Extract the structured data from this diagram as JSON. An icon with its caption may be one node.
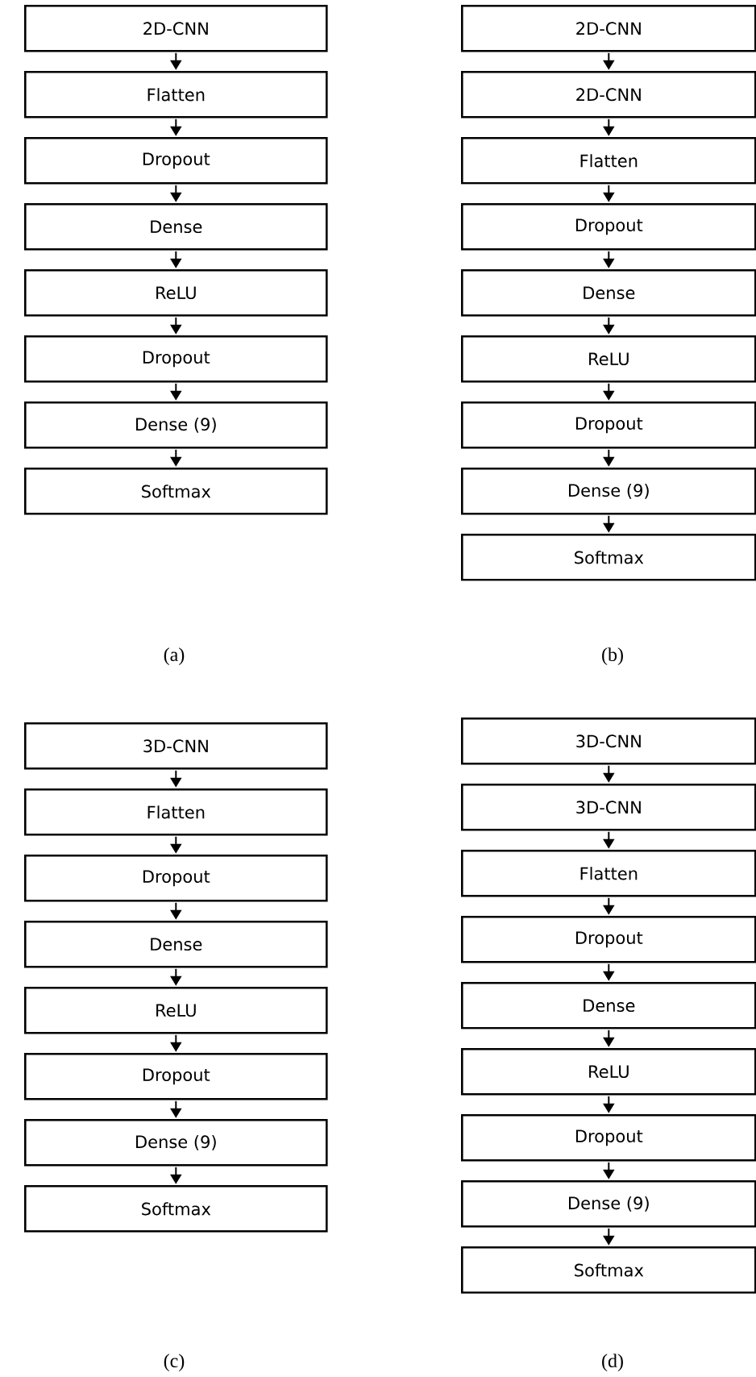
{
  "diagram": {
    "nodes": [
      {
        "text": [
          "2D-CNN"
        ]
      },
      {
        "text": [
          "Flatten"
        ]
      },
      {
        "text": [
          "Dropout"
        ]
      },
      {
        "text": [
          "Dense"
        ]
      },
      {
        "text": [
          "ReLU"
        ]
      },
      {
        "text": [
          "Dropout"
        ]
      },
      {
        "text": [
          "Dense (9)"
        ]
      },
      {
        "text": [
          "Softmax"
        ]
      },
      {
        "text": [
          "2D-CNN"
        ]
      },
      {
        "text": [
          "2D-CNN"
        ]
      },
      {
        "text": [
          "Flatten"
        ]
      },
      {
        "text": [
          "Dropout"
        ]
      },
      {
        "text": [
          "Dense"
        ]
      },
      {
        "text": [
          "ReLU"
        ]
      },
      {
        "text": [
          "Dropout"
        ]
      },
      {
        "text": [
          "Dense (9)"
        ]
      },
      {
        "text": [
          "Softmax"
        ]
      },
      {
        "text": [
          "3D-CNN"
        ]
      },
      {
        "text": [
          "Flatten"
        ]
      },
      {
        "text": [
          "Dropout"
        ]
      },
      {
        "text": [
          "Dense"
        ]
      },
      {
        "text": [
          "ReLU"
        ]
      },
      {
        "text": [
          "Dropout"
        ]
      },
      {
        "text": [
          "Dense (9)"
        ]
      },
      {
        "text": [
          "Softmax"
        ]
      },
      {
        "text": [
          "3D-CNN"
        ]
      },
      {
        "text": [
          "3D-CNN"
        ]
      },
      {
        "text": [
          "Flatten"
        ]
      },
      {
        "text": [
          "Dropout"
        ]
      },
      {
        "text": [
          "Dense"
        ]
      },
      {
        "text": [
          "ReLU"
        ]
      },
      {
        "text": [
          "Dropout"
        ]
      },
      {
        "text": [
          "Dense (9)"
        ]
      },
      {
        "text": [
          "Softmax"
        ]
      }
    ],
    "edges": [
      {
        "from": 0,
        "to": 1,
        "arrow": "to"
      },
      {
        "from": 1,
        "to": 2,
        "arrow": "to"
      },
      {
        "from": 2,
        "to": 3,
        "arrow": "to"
      },
      {
        "from": 3,
        "to": 4,
        "arrow": "to"
      },
      {
        "from": 4,
        "to": 5,
        "arrow": "to"
      },
      {
        "from": 5,
        "to": 6,
        "arrow": "to"
      },
      {
        "from": 6,
        "to": 7,
        "arrow": "to"
      },
      {
        "from": 8,
        "to": 9,
        "arrow": "to"
      },
      {
        "from": 9,
        "to": 10,
        "arrow": "to"
      },
      {
        "from": 10,
        "to": 11,
        "arrow": "to"
      },
      {
        "from": 11,
        "to": 12,
        "arrow": "to"
      },
      {
        "from": 12,
        "to": 13,
        "arrow": "to"
      },
      {
        "from": 13,
        "to": 14,
        "arrow": "to"
      },
      {
        "from": 14,
        "to": 15,
        "arrow": "to"
      },
      {
        "from": 15,
        "to": 16,
        "arrow": "to"
      },
      {
        "from": 17,
        "to": 18,
        "arrow": "to"
      },
      {
        "from": 18,
        "to": 19,
        "arrow": "to"
      },
      {
        "from": 19,
        "to": 20,
        "arrow": "to"
      },
      {
        "from": 20,
        "to": 21,
        "arrow": "to"
      },
      {
        "from": 21,
        "to": 22,
        "arrow": "to"
      },
      {
        "from": 22,
        "to": 23,
        "arrow": "to"
      },
      {
        "from": 23,
        "to": 24,
        "arrow": "to"
      },
      {
        "from": 25,
        "to": 26,
        "arrow": "to"
      },
      {
        "from": 26,
        "to": 27,
        "arrow": "to"
      },
      {
        "from": 27,
        "to": 28,
        "arrow": "to"
      },
      {
        "from": 28,
        "to": 29,
        "arrow": "to"
      },
      {
        "from": 29,
        "to": 30,
        "arrow": "to"
      },
      {
        "from": 30,
        "to": 31,
        "arrow": "to"
      },
      {
        "from": 31,
        "to": 32,
        "arrow": "to"
      },
      {
        "from": 32,
        "to": 33,
        "arrow": "to"
      }
    ],
    "labels": [
      "(a)",
      "(b)",
      "(c)",
      "(d)"
    ]
  }
}
